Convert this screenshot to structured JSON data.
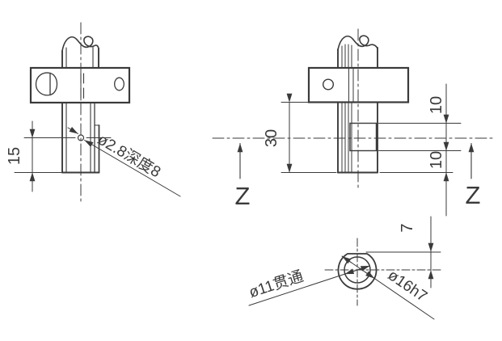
{
  "drawing": {
    "front_view": {
      "height_dim": "15",
      "hole_note": "ø2.8深度8"
    },
    "side_view": {
      "overall_dim": "30",
      "top_offset_dim": "10",
      "bottom_offset_dim": "10",
      "section_label_left": "Z",
      "section_label_right": "Z"
    },
    "section_view": {
      "flat_height_dim": "7",
      "bore_note": "ø11贯通",
      "outer_note": "ø16h7"
    }
  },
  "colors": {
    "background": "#ffffff",
    "line": "#3a3a3a"
  }
}
